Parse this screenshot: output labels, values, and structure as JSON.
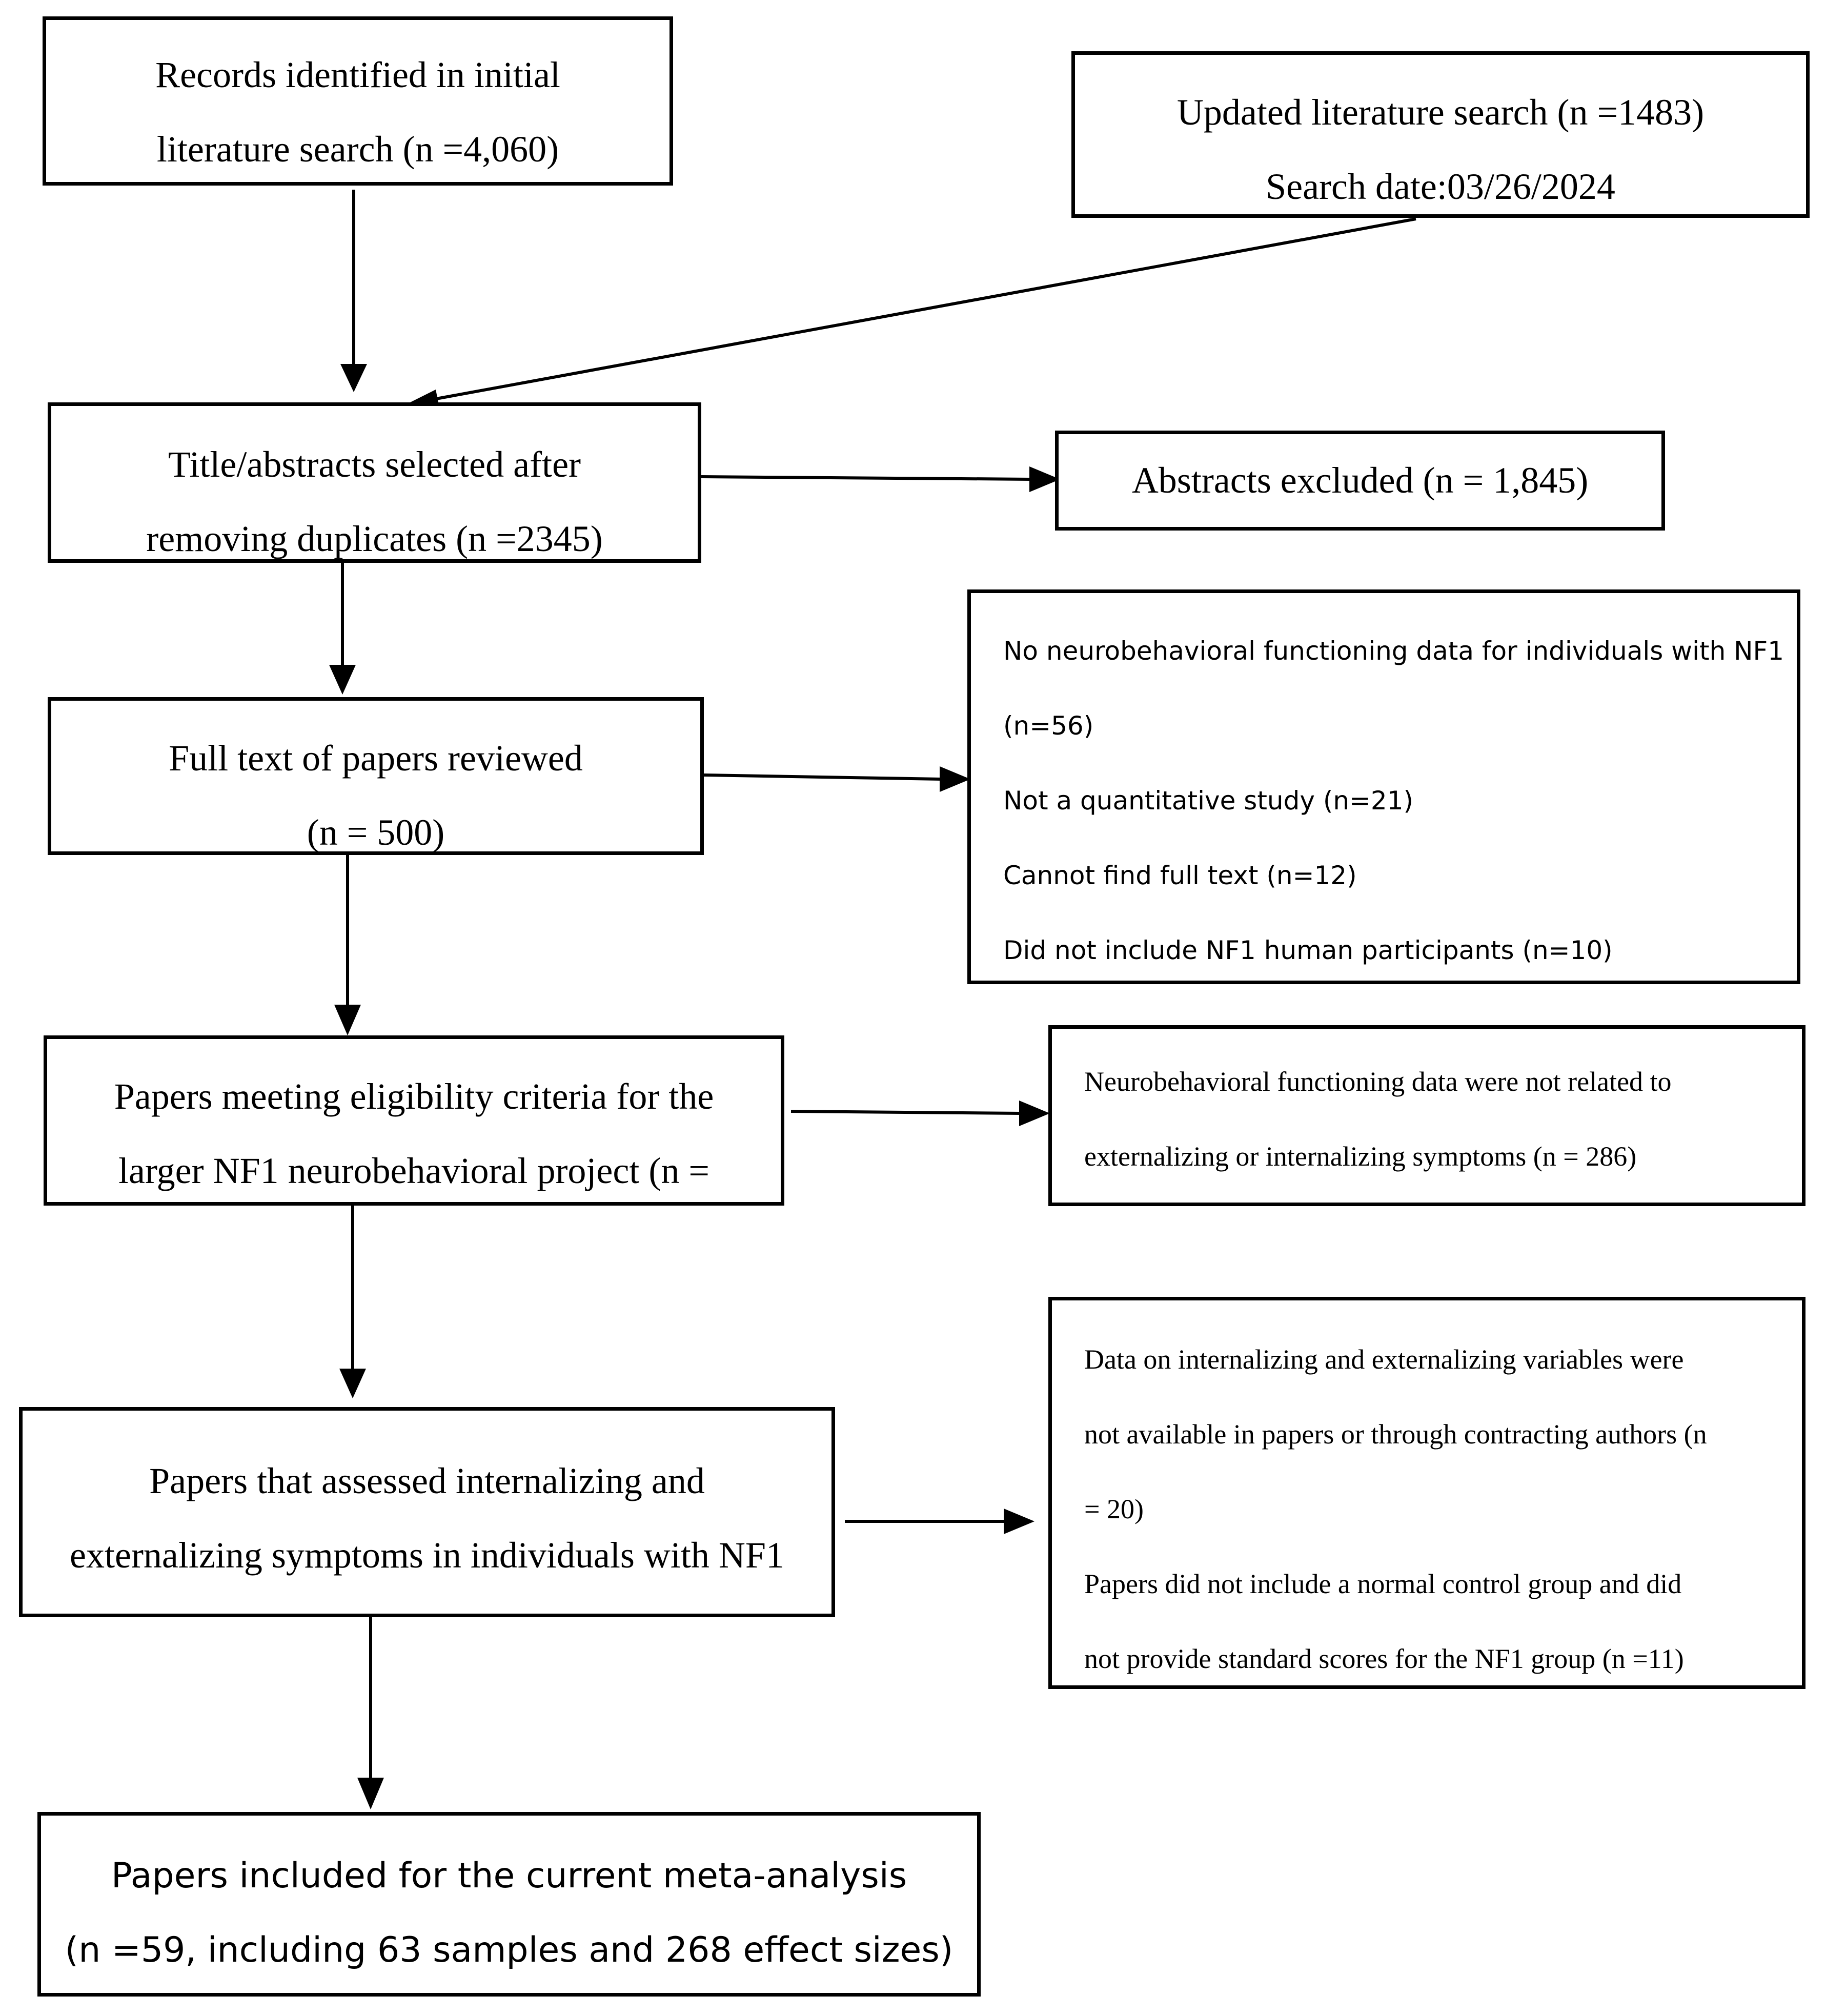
{
  "boxes": {
    "initial_search": {
      "lines": [
        "Records identified in initial",
        "literature search (n =4,060)"
      ]
    },
    "updated_search": {
      "lines": [
        "Updated literature search (n =1483)",
        "Search date:03/26/2024"
      ]
    },
    "title_abstracts": {
      "lines": [
        "Title/abstracts selected after",
        "removing duplicates (n =2345)"
      ]
    },
    "abstracts_excluded": {
      "lines": [
        "Abstracts excluded (n = 1,845)"
      ]
    },
    "full_text": {
      "lines": [
        "Full text of papers reviewed",
        "(n = 500)"
      ]
    },
    "full_text_exclusions": {
      "lines": [
        "No neurobehavioral functioning data for individuals with NF1",
        "(n=56)",
        "Not a quantitative study (n=21)",
        "Cannot find full text (n=12)",
        "Did not include NF1 human participants (n=10)"
      ]
    },
    "eligibility": {
      "lines": [
        "Papers meeting eligibility criteria for the",
        "larger NF1 neurobehavioral project (n ="
      ]
    },
    "eligibility_exclusions": {
      "lines": [
        "Neurobehavioral functioning data were not related to",
        "externalizing or internalizing symptoms (n = 286)"
      ]
    },
    "assessed": {
      "lines": [
        "Papers that assessed internalizing and",
        "externalizing symptoms in individuals with NF1"
      ]
    },
    "assessed_exclusions": {
      "lines": [
        "Data on internalizing and externalizing variables were",
        "not available in papers or through contracting authors (n",
        "= 20)",
        "Papers did not include a normal control group and did",
        "not provide standard scores for the NF1 group (n =11)"
      ]
    },
    "included": {
      "lines": [
        "Papers included for the current meta-analysis",
        "(n =59, including 63 samples and 268 effect sizes)"
      ]
    }
  }
}
